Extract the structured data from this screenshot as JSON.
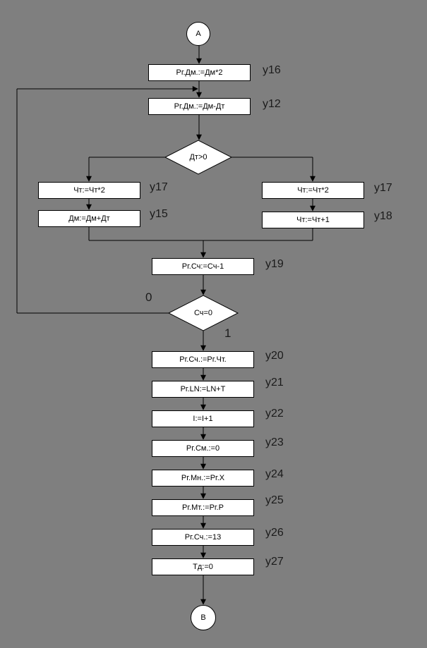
{
  "diagram": {
    "start_connector": "А",
    "end_connector": "В",
    "nodes": {
      "y16": {
        "label": "y16",
        "text": "Рг.Дм.:=Дм*2"
      },
      "y12": {
        "label": "y12",
        "text": "Рг.Дм.:=Дм-Дт"
      },
      "d1": {
        "text": "Дт>0"
      },
      "y17l": {
        "label": "y17",
        "text": "Чт:=Чт*2"
      },
      "y15": {
        "label": "y15",
        "text": "Дм:=Дм+Дт"
      },
      "y17r": {
        "label": "y17",
        "text": "Чт:=Чт*2"
      },
      "y18": {
        "label": "y18",
        "text": "Чт:=Чт+1"
      },
      "y19": {
        "label": "y19",
        "text": "Рг.Сч:=Сч-1"
      },
      "d2": {
        "text": "Сч=0"
      },
      "y20": {
        "label": "y20",
        "text": "Рг.Сч.:=Рг.Чт."
      },
      "y21": {
        "label": "y21",
        "text": "Рг.LN:=LN+T"
      },
      "y22": {
        "label": "y22",
        "text": "I:=I+1"
      },
      "y23": {
        "label": "y23",
        "text": "Рг.См.:=0"
      },
      "y24": {
        "label": "y24",
        "text": "Рг.Мн.:=Рг.Х"
      },
      "y25": {
        "label": "y25",
        "text": "Рг.Мт.:=Рг.Р"
      },
      "y26": {
        "label": "y26",
        "text": "Рг.Сч.:=13"
      },
      "y27": {
        "label": "y27",
        "text": "Тд:=0"
      }
    },
    "branch_labels": {
      "zero": "0",
      "one": "1"
    },
    "colors": {
      "background": "#7f7f7f",
      "node_fill": "#ffffff",
      "line": "#000000",
      "label_text": "#1b1b1b"
    }
  }
}
